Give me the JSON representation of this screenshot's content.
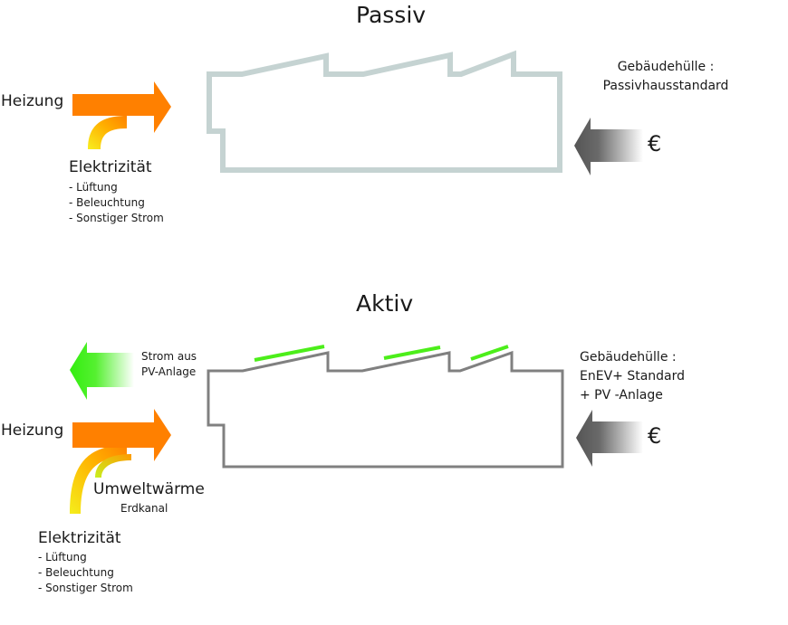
{
  "passiv": {
    "title": "Passiv",
    "heating_label": "Heizung",
    "electricity": {
      "title": "Elektrizität",
      "items": [
        "- Lüftung",
        "- Beleuchtung",
        "- Sonstiger Strom"
      ]
    },
    "envelope": {
      "line1": "Gebäudehülle :",
      "line2": "Passivhausstandard"
    },
    "cost_symbol": "€",
    "building_outline_color": "#c5d3d2"
  },
  "aktiv": {
    "title": "Aktiv",
    "pv_export_label": [
      "Strom aus",
      "PV-Anlage"
    ],
    "heating_label": "Heizung",
    "ambient_heat": {
      "title": "Umweltwärme",
      "subtitle": "Erdkanal"
    },
    "electricity": {
      "title": "Elektrizität",
      "items": [
        "- Lüftung",
        "- Beleuchtung",
        "- Sonstiger Strom"
      ]
    },
    "envelope": {
      "line1": "Gebäudehülle :",
      "line2": "EnEV+ Standard",
      "line3": "+ PV -Anlage"
    },
    "cost_symbol": "€",
    "building_outline_color": "#808080",
    "pv_panel_color": "#4cee1a"
  },
  "colors": {
    "heating_arrow": "#ff8000",
    "electricity_arc_start": "#f7ec1e",
    "electricity_arc_end": "#ff8a00",
    "ambient_arc_start": "#c8f020",
    "pv_arrow": "#3cf010",
    "cost_arrow": "#5a5a5a"
  }
}
